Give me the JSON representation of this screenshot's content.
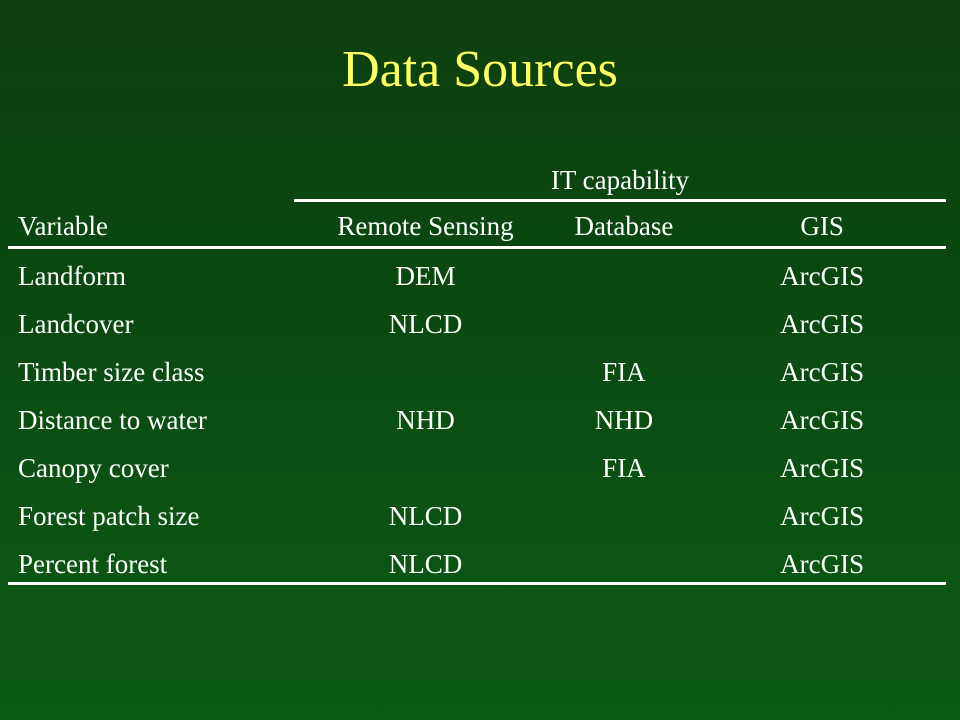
{
  "slide": {
    "title": "Data Sources"
  },
  "table": {
    "group_header": "IT capability",
    "headers": [
      "Variable",
      "Remote Sensing",
      "Database",
      "GIS"
    ],
    "rows": [
      [
        "Landform",
        "DEM",
        "",
        "ArcGIS"
      ],
      [
        "Landcover",
        "NLCD",
        "",
        "ArcGIS"
      ],
      [
        "Timber size class",
        "",
        "FIA",
        "ArcGIS"
      ],
      [
        "Distance to water",
        "NHD",
        "NHD",
        "ArcGIS"
      ],
      [
        "Canopy cover",
        "",
        "FIA",
        "ArcGIS"
      ],
      [
        "Forest patch size",
        "NLCD",
        "",
        "ArcGIS"
      ],
      [
        "Percent forest",
        "NLCD",
        "",
        "ArcGIS"
      ]
    ]
  },
  "colors": {
    "background": "#0b4a11",
    "title": "#ffff66",
    "text": "#ffffff"
  }
}
